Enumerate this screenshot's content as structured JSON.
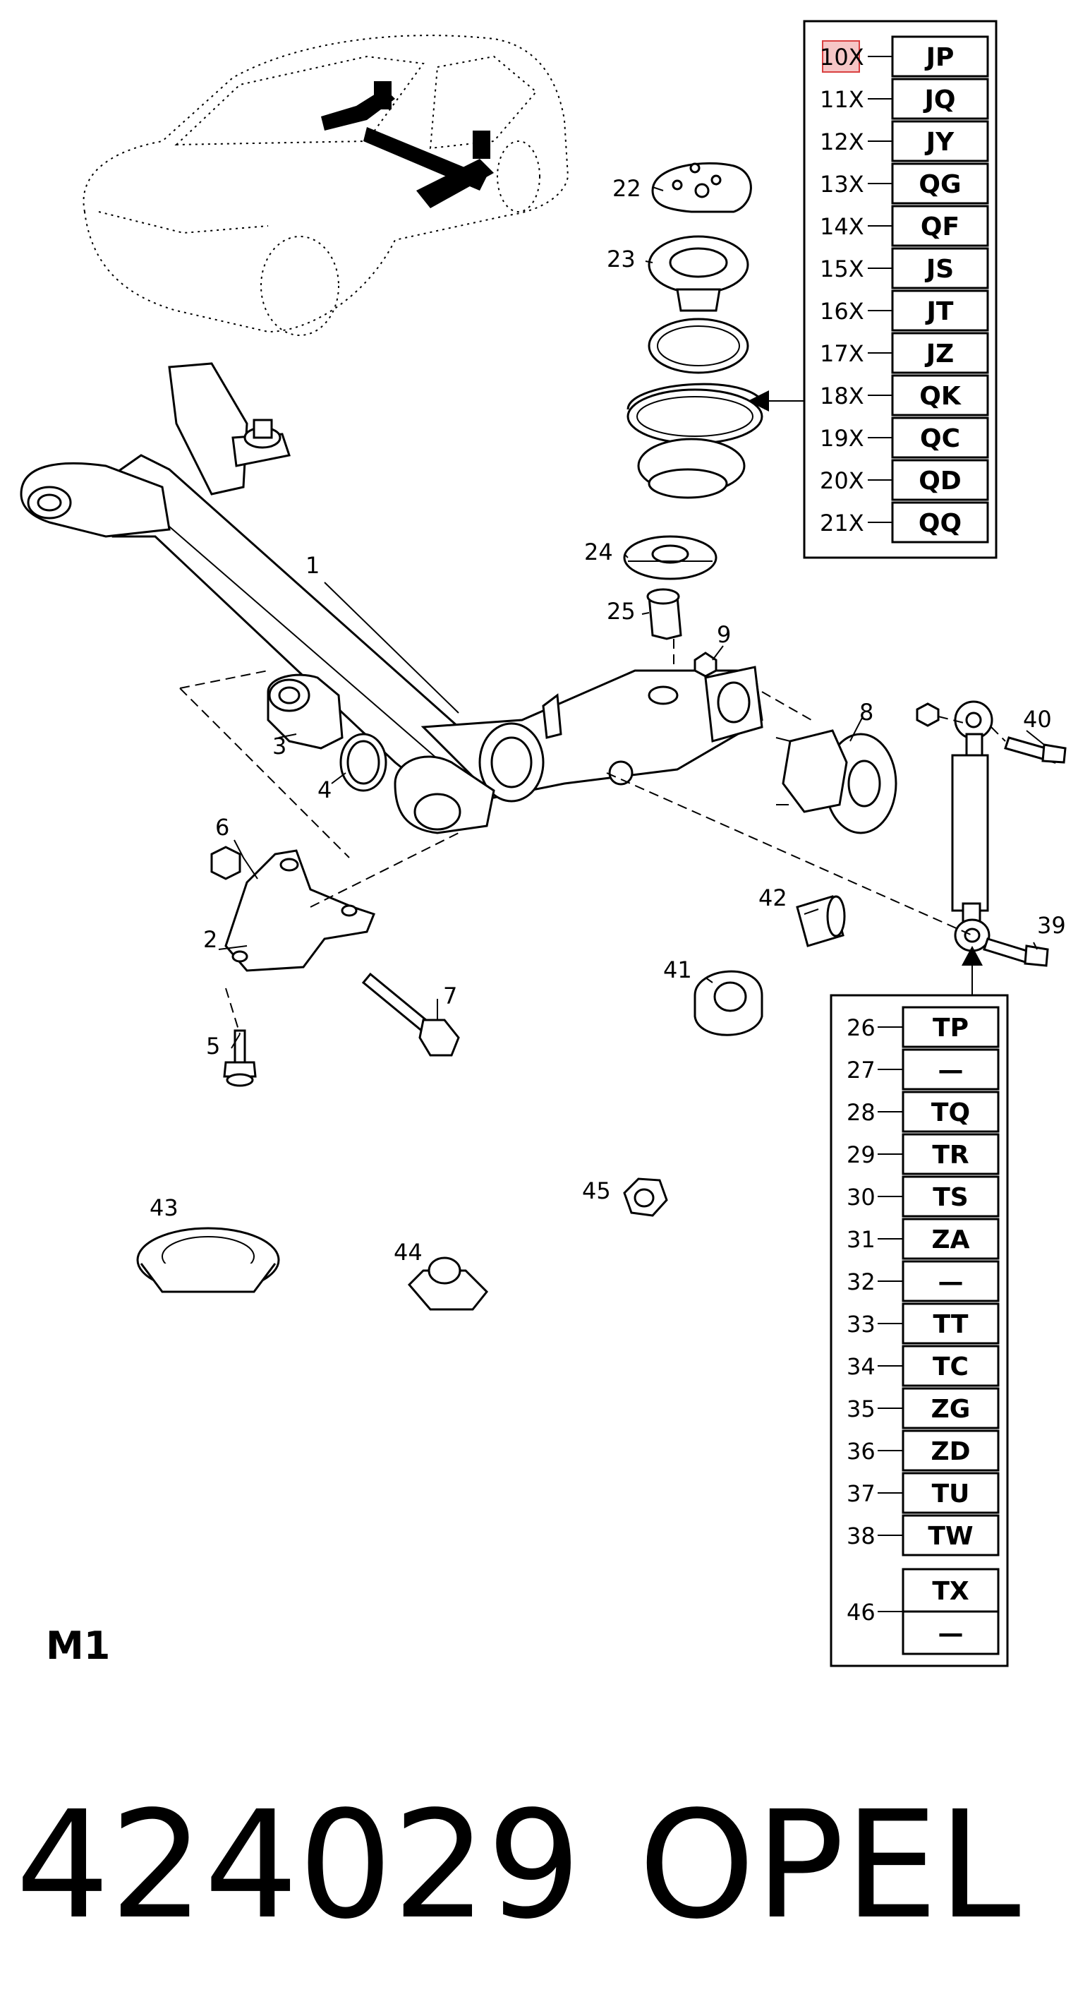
{
  "footer": {
    "part_number": "424029",
    "brand": "OPEL"
  },
  "section_mark": "M1",
  "callouts": [
    {
      "id": "c1",
      "text": "1"
    },
    {
      "id": "c2",
      "text": "2"
    },
    {
      "id": "c3",
      "text": "3"
    },
    {
      "id": "c4",
      "text": "4"
    },
    {
      "id": "c5",
      "text": "5"
    },
    {
      "id": "c6",
      "text": "6"
    },
    {
      "id": "c7",
      "text": "7"
    },
    {
      "id": "c8",
      "text": "8"
    },
    {
      "id": "c9",
      "text": "9"
    },
    {
      "id": "c22",
      "text": "22"
    },
    {
      "id": "c23",
      "text": "23"
    },
    {
      "id": "c24",
      "text": "24"
    },
    {
      "id": "c25",
      "text": "25"
    },
    {
      "id": "c39",
      "text": "39"
    },
    {
      "id": "c40",
      "text": "40"
    },
    {
      "id": "c41",
      "text": "41"
    },
    {
      "id": "c42",
      "text": "42"
    },
    {
      "id": "c43",
      "text": "43"
    },
    {
      "id": "c44",
      "text": "44"
    },
    {
      "id": "c45",
      "text": "45"
    }
  ],
  "spring_table": [
    {
      "ref": "10X",
      "code": "JP",
      "highlighted": true
    },
    {
      "ref": "11X",
      "code": "JQ"
    },
    {
      "ref": "12X",
      "code": "JY"
    },
    {
      "ref": "13X",
      "code": "QG"
    },
    {
      "ref": "14X",
      "code": "QF"
    },
    {
      "ref": "15X",
      "code": "JS"
    },
    {
      "ref": "16X",
      "code": "JT"
    },
    {
      "ref": "17X",
      "code": "JZ"
    },
    {
      "ref": "18X",
      "code": "QK"
    },
    {
      "ref": "19X",
      "code": "QC"
    },
    {
      "ref": "20X",
      "code": "QD"
    },
    {
      "ref": "21X",
      "code": "QQ"
    }
  ],
  "shock_table": [
    {
      "ref": "26",
      "code": "TP"
    },
    {
      "ref": "27",
      "code": "—"
    },
    {
      "ref": "28",
      "code": "TQ"
    },
    {
      "ref": "29",
      "code": "TR"
    },
    {
      "ref": "30",
      "code": "TS"
    },
    {
      "ref": "31",
      "code": "ZA"
    },
    {
      "ref": "32",
      "code": "—"
    },
    {
      "ref": "33",
      "code": "TT"
    },
    {
      "ref": "34",
      "code": "TC"
    },
    {
      "ref": "35",
      "code": "ZG"
    },
    {
      "ref": "36",
      "code": "ZD"
    },
    {
      "ref": "37",
      "code": "TU"
    },
    {
      "ref": "38",
      "code": "TW"
    }
  ],
  "shock_table_extra": {
    "ref": "46",
    "codes": [
      "TX",
      "—"
    ]
  },
  "colors": {
    "highlight_fill": "#f6c6c6",
    "highlight_stroke": "#d94040",
    "ink": "#000000"
  }
}
